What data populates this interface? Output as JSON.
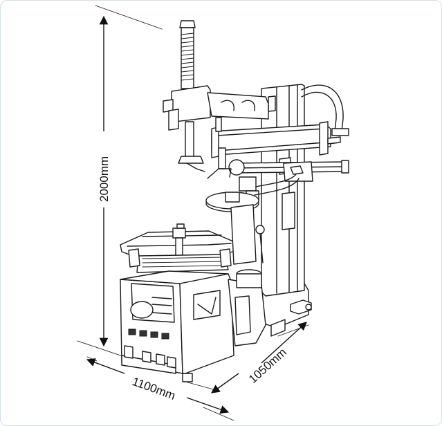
{
  "dimensions": {
    "height_label": "2000mm",
    "width_label": "1100mm",
    "depth_label": "1050mm"
  },
  "colors": {
    "line": "#1a1a1a",
    "frame_border": "#cfe0ea",
    "background": "#ffffff"
  }
}
